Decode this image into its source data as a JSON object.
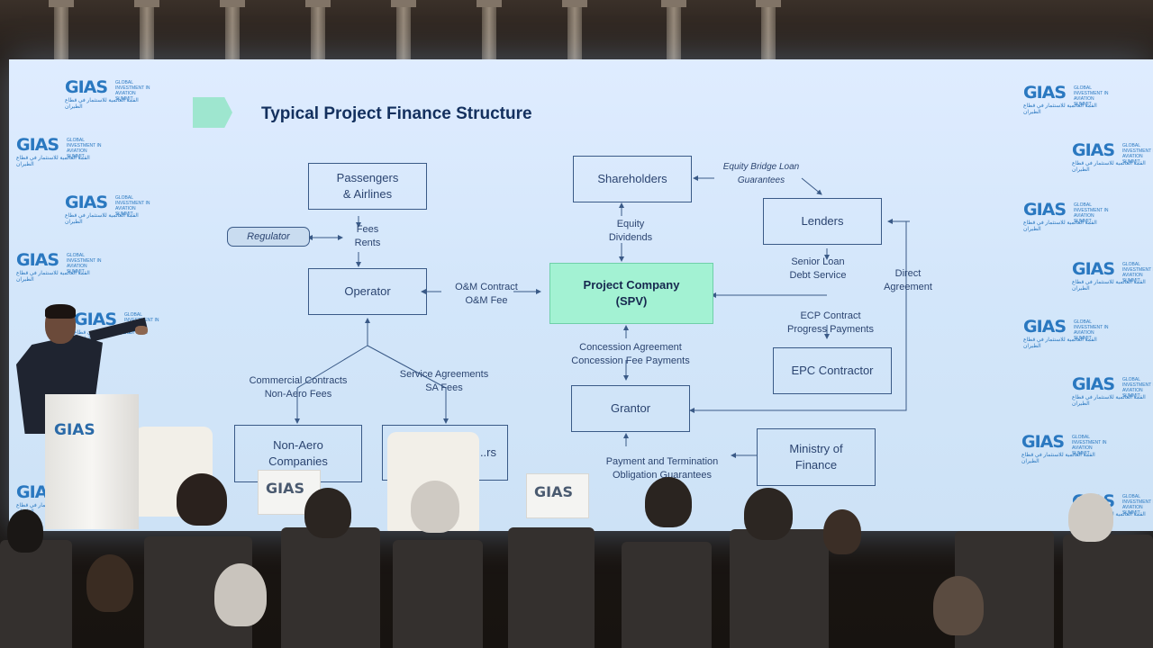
{
  "slide": {
    "title": "Typical Project Finance Structure",
    "boxes": {
      "passengers": "Passengers\n& Airlines",
      "regulator": "Regulator",
      "operator": "Operator",
      "shareholders": "Shareholders",
      "lenders": "Lenders",
      "spv_line1": "Project Company",
      "spv_line2": "(SPV)",
      "epc": "EPC Contractor",
      "grantor": "Grantor",
      "non_aero": "Non-Aero\nCompanies",
      "service": "...rs",
      "ministry": "Ministry of\nFinance"
    },
    "labels": {
      "fees_rents": "Fees\nRents",
      "om": "O&M Contract\nO&M Fee",
      "equity": "Equity\nDividends",
      "bridge": "Equity Bridge Loan\nGuarantees",
      "senior": "Senior Loan\nDebt Service",
      "direct": "Direct\nAgreement",
      "ecp": "ECP Contract\nProgress Payments",
      "concession": "Concession Agreement\nConcession Fee Payments",
      "commercial": "Commercial Contracts\nNon-Aero Fees",
      "service_agreements": "Service Agreements\nSA Fees",
      "payment": "Payment and Termination\nObligation Guarantees"
    }
  },
  "branding": {
    "logo_text": "GIAS",
    "logo_tagline": "GLOBAL INVESTMENT IN AVIATION SUMMIT",
    "logo_arabic": "القمة العالمية للاستثمار في قطاع الطيران"
  },
  "colors": {
    "screen": "#d6e8fb",
    "spv_fill": "#a3f2d3",
    "text_dark": "#13305e",
    "logo_blue": "#2a78c0"
  }
}
